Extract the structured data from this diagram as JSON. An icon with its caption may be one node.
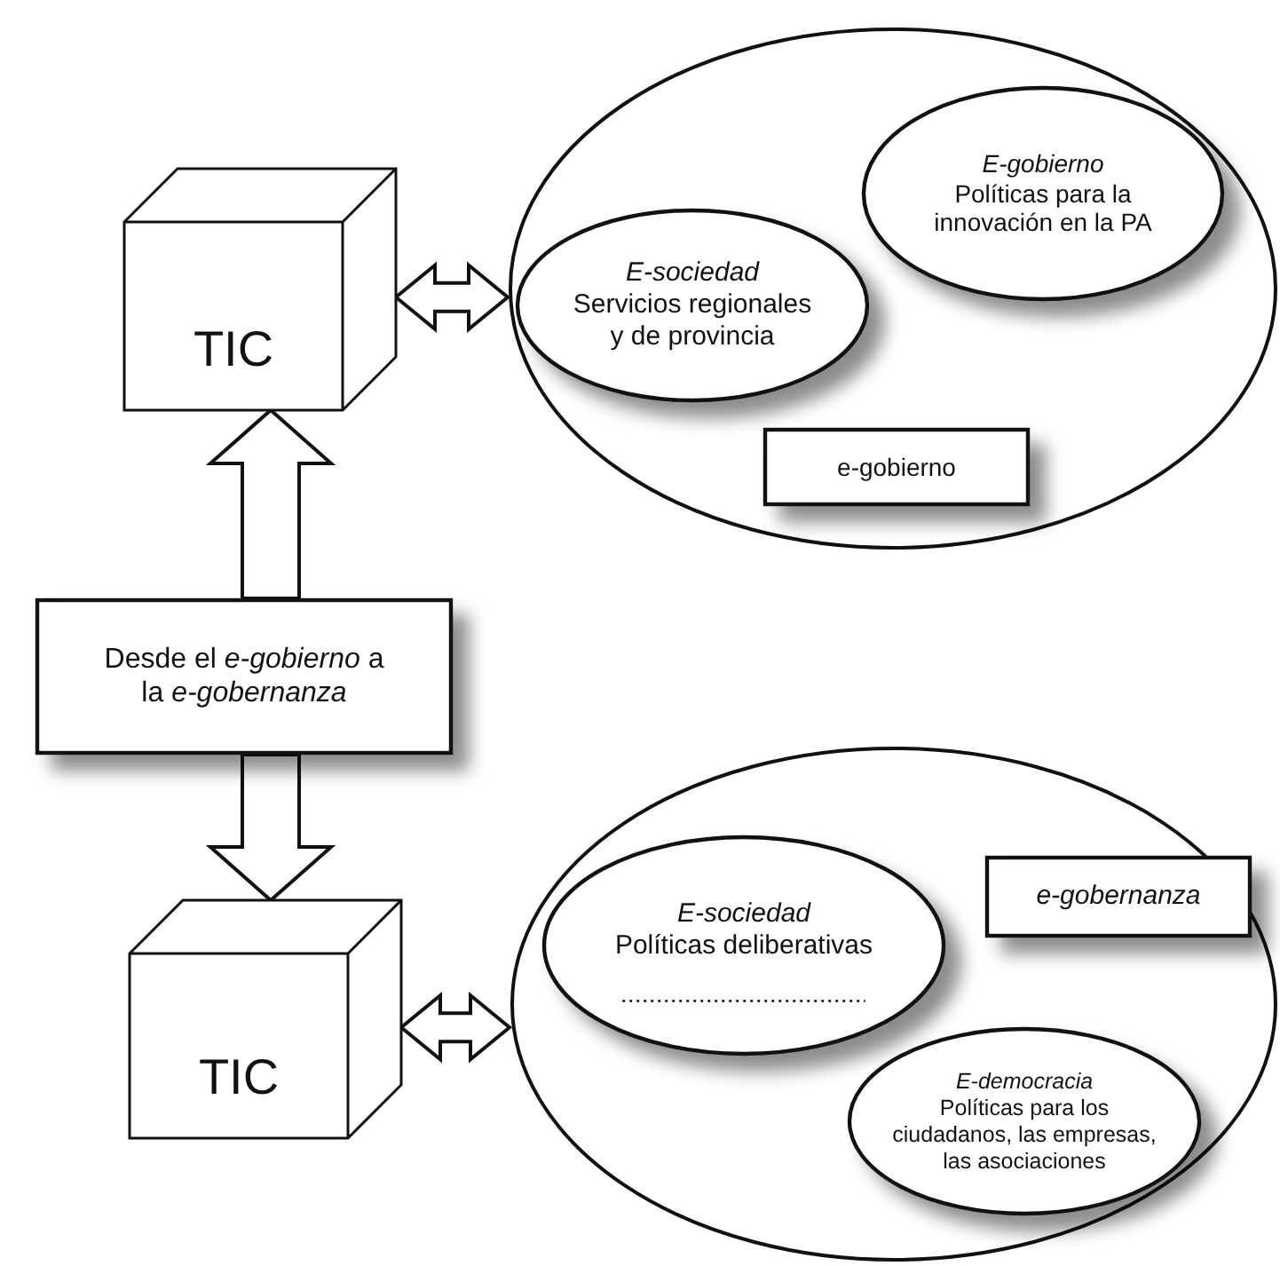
{
  "diagram": {
    "nodes": [
      {
        "text": [
          "TIC"
        ]
      },
      {
        "text": [],
        "shape": "circle"
      },
      {
        "text": [
          "E-gobierno",
          "Políticas para la innovación en la PA"
        ],
        "in": 1
      },
      {
        "text": [
          "E-sociedad",
          "Servicios regionales y de provincia"
        ],
        "in": 1
      },
      {
        "text": [
          "e-gobierno"
        ],
        "in": 1
      },
      {
        "text": [
          "Desde el *e-gobierno* a la *e-gobernanza*"
        ]
      },
      {
        "text": [
          "TIC"
        ]
      },
      {
        "text": [],
        "shape": "circle"
      },
      {
        "text": [
          "E-sociedad",
          "Políticas deliberativas"
        ],
        "in": 7
      },
      {
        "text": [
          "e-gobernanza"
        ],
        "in": 7
      },
      {
        "text": [
          "E-democracia",
          "Políticas para los ciudadanos, las empresas, las asociaciones"
        ],
        "in": 7
      }
    ],
    "edges": [
      {
        "from": 5,
        "to": 0,
        "arrow": "to"
      },
      {
        "from": 5,
        "to": 6,
        "arrow": "to"
      },
      {
        "from": 0,
        "to": 1,
        "arrow": "both"
      },
      {
        "from": 6,
        "to": 7,
        "arrow": "both"
      }
    ]
  }
}
